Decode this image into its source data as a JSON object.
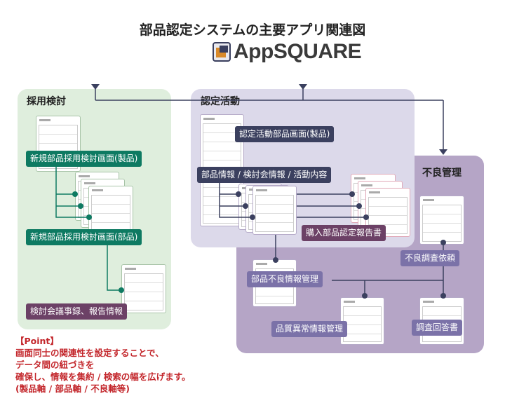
{
  "title": "部品認定システムの主要アプリ関連図",
  "logo": "AppSQUARE",
  "regions": {
    "adoption": {
      "title": "採用検討",
      "labels": [
        "新規部品採用検討画面(製品)",
        "新規部品採用検討画面(部品)",
        "検討会議事録、報告情報"
      ]
    },
    "certification": {
      "title": "認定活動",
      "labels": [
        "認定活動部品画面(製品)",
        "部品情報 / 検討会情報 / 活動内容",
        "購入部品認定報告書"
      ]
    },
    "defect": {
      "title": "不良管理",
      "labels": [
        "部品不良情報管理",
        "品質異常情報管理",
        "不良調査依頼",
        "調査回答書"
      ]
    }
  },
  "point": {
    "heading": "【Point】",
    "lines": [
      "画面同士の関連性を設定することで、",
      "データ間の紐づきを",
      "確保し、情報を集約 / 検索の幅を広げます。",
      "(製品軸 / 部品軸 / 不良軸等)"
    ]
  },
  "colors": {
    "green": "#0e7a62",
    "navy": "#3b405f",
    "plum": "#6c4166",
    "lavender": "#7b72a8",
    "point": "#c3262b"
  }
}
